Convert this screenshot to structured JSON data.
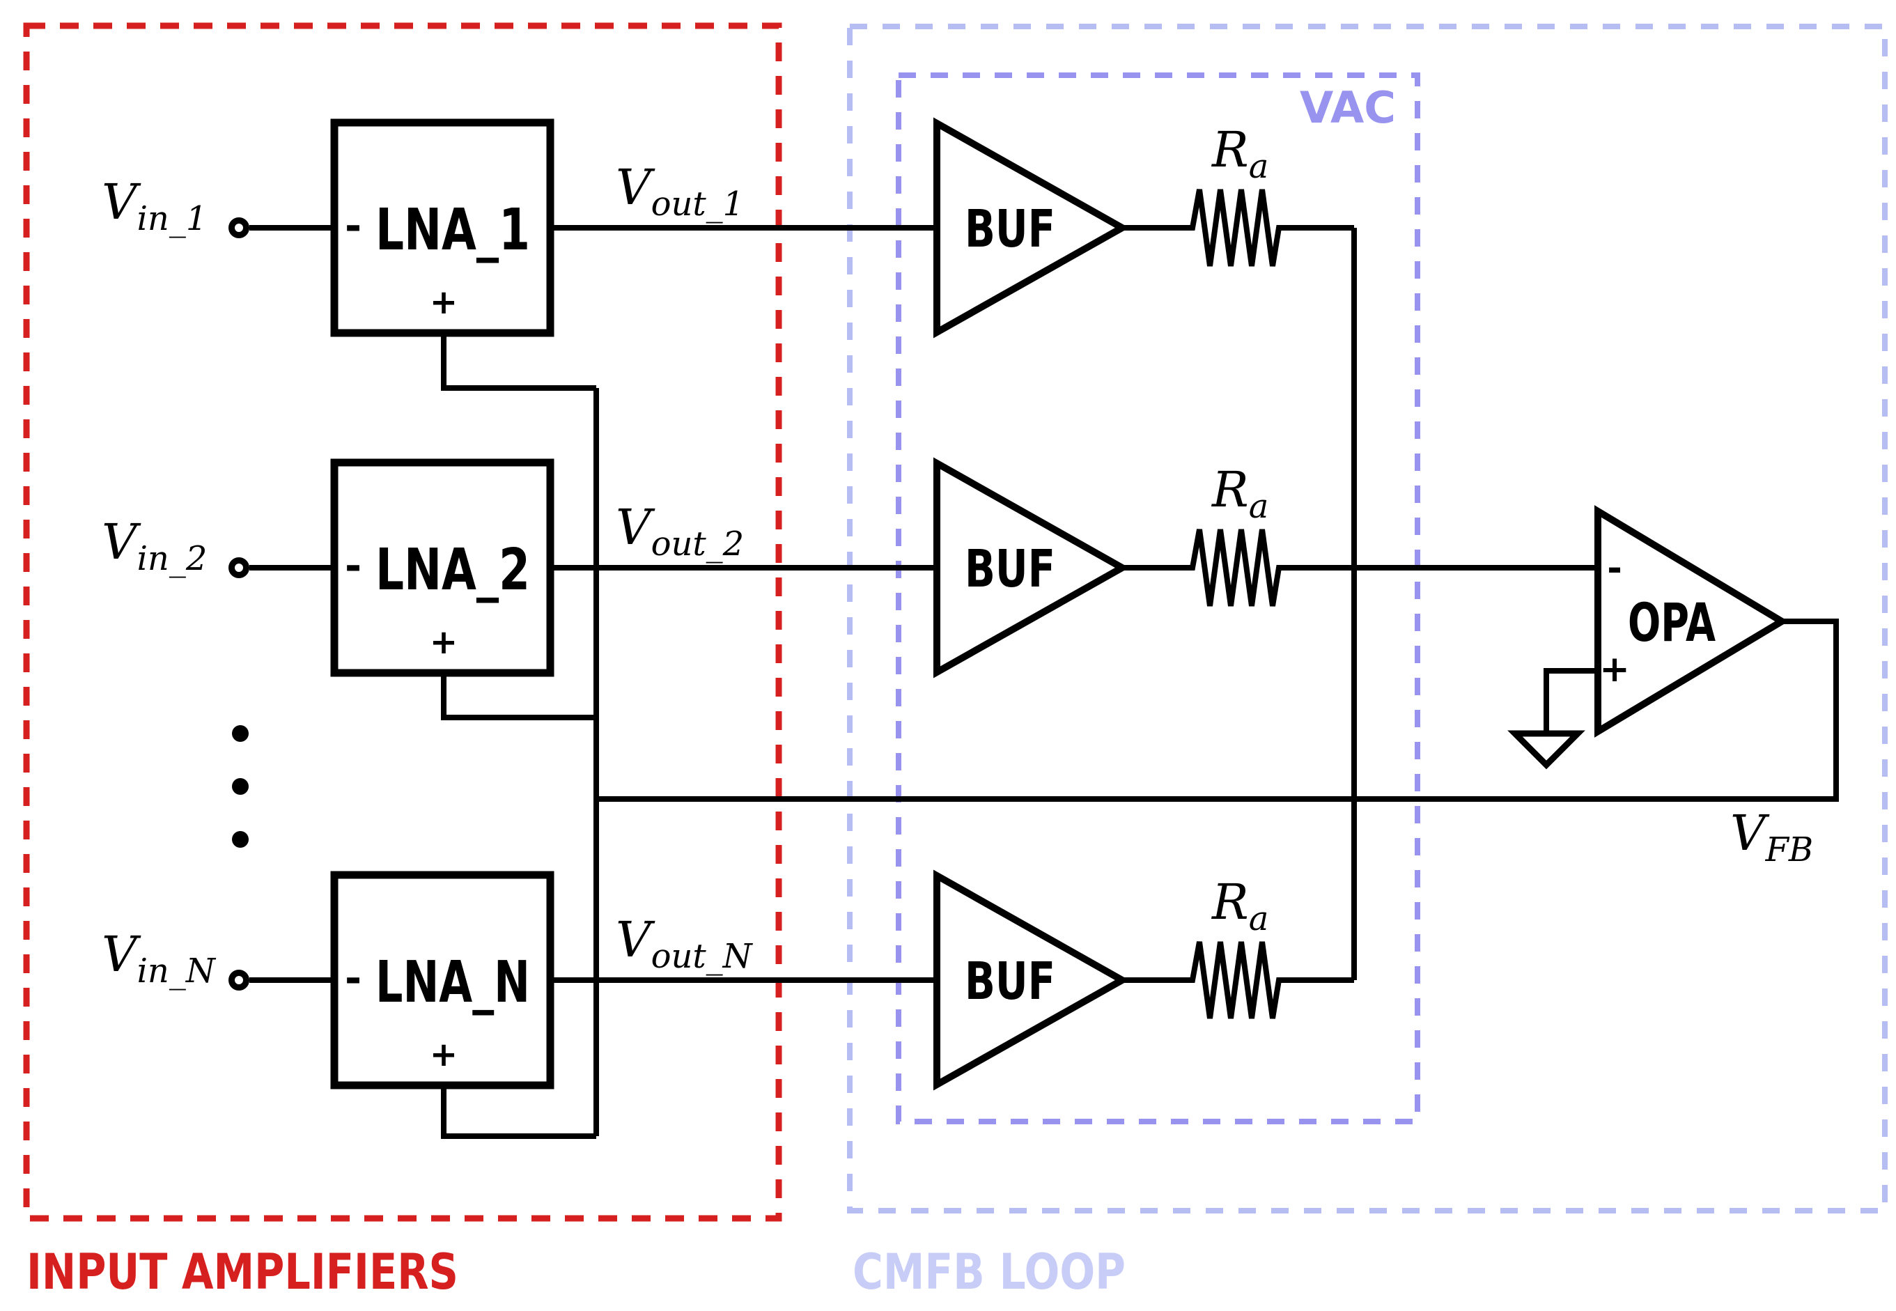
{
  "regions": {
    "input_amplifiers": {
      "label": "INPUT AMPLIFIERS",
      "color": "#d6201f"
    },
    "cmfb_loop": {
      "label": "CMFB LOOP",
      "box_color": "#b5bdf2",
      "label_color": "#c8cdf7"
    },
    "vac": {
      "label": "VAC",
      "color": "#9793ee"
    }
  },
  "blocks": {
    "lna_1": {
      "name": "LNA_1",
      "neg": "-",
      "pos": "+"
    },
    "lna_2": {
      "name": "LNA_2",
      "neg": "-",
      "pos": "+"
    },
    "lna_n": {
      "name": "LNA_N",
      "neg": "-",
      "pos": "+"
    },
    "buf_1": {
      "name": "BUF"
    },
    "buf_2": {
      "name": "BUF"
    },
    "buf_3": {
      "name": "BUF"
    },
    "opa": {
      "name": "OPA",
      "neg": "-",
      "pos": "+"
    }
  },
  "nets": {
    "vin_1": {
      "base": "V",
      "sub": "in_1"
    },
    "vin_2": {
      "base": "V",
      "sub": "in_2"
    },
    "vin_n": {
      "base": "V",
      "sub": "in_N"
    },
    "vout_1": {
      "base": "V",
      "sub": "out_1"
    },
    "vout_2": {
      "base": "V",
      "sub": "out_2"
    },
    "vout_n": {
      "base": "V",
      "sub": "out_N"
    },
    "ra_1": {
      "base": "R",
      "sub": "a"
    },
    "ra_2": {
      "base": "R",
      "sub": "a"
    },
    "ra_3": {
      "base": "R",
      "sub": "a"
    },
    "vfb": {
      "base": "V",
      "sub": "FB"
    }
  }
}
